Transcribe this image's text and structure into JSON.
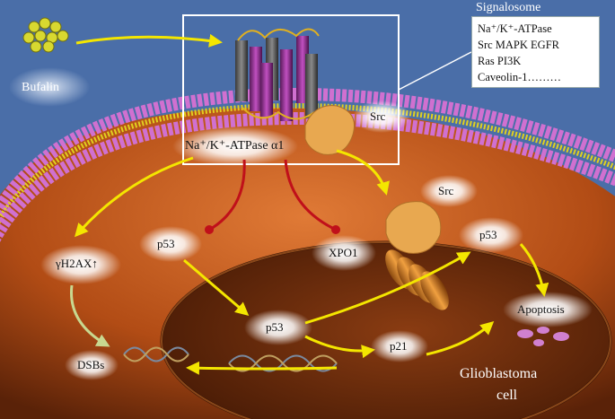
{
  "labels": {
    "bufalin": "Bufalin",
    "signalosome": "Signalosome",
    "nka_alpha1": "Na⁺/K⁺-ATPase α1",
    "src_top": "Src",
    "src_mid": "Src",
    "gamma_h2ax": "γH2AX↑",
    "p53_left": "p53",
    "xpo1": "XPO1",
    "p53_right": "p53",
    "p53_nucleus": "p53",
    "p21": "p21",
    "apoptosis": "Apoptosis",
    "dsbs": "DSBs",
    "cell_line1": "Glioblastoma",
    "cell_line2": "cell"
  },
  "signalosome_items": [
    "Na⁺/K⁺-ATPase",
    "Src  MAPK  EGFR",
    "Ras  PI3K",
    "Caveolin-1………"
  ],
  "colors": {
    "background": "#4a6ea8",
    "cell_outer": "#b8551c",
    "nucleus": "#7a3410",
    "arrow_yellow": "#f4e600",
    "inhibit_red": "#c0101a",
    "membrane_purple": "#c060c0"
  }
}
